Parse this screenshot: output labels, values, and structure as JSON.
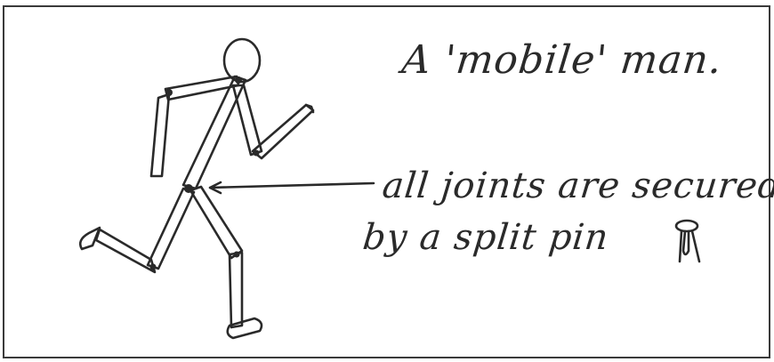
{
  "title": "A 'mobile' man.",
  "annotation": {
    "line1": "all joints are secured",
    "line2": "by a split pin"
  },
  "colors": {
    "ink": "#2a2a2a",
    "frame": "#3a3a3a",
    "paper": "#ffffff"
  }
}
